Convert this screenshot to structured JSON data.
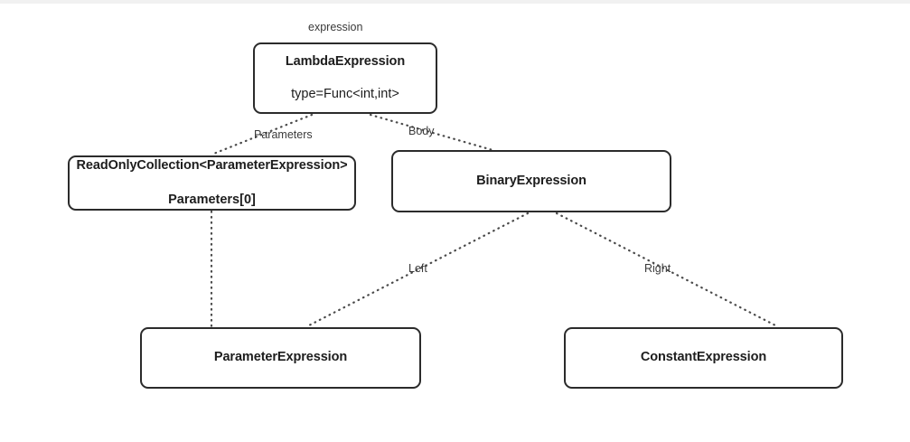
{
  "diagram": {
    "type": "expression-tree",
    "root_label": "expression",
    "nodes": [
      {
        "id": "lambda",
        "title": "LambdaExpression",
        "subtitle": "type=Func<int,int>",
        "subtitle_bold": false
      },
      {
        "id": "readonly-collection",
        "title": "ReadOnlyCollection<ParameterExpression>",
        "subtitle": "Parameters[0]",
        "subtitle_bold": true
      },
      {
        "id": "binary",
        "title": "BinaryExpression",
        "subtitle": "",
        "subtitle_bold": false
      },
      {
        "id": "parameter",
        "title": "ParameterExpression",
        "subtitle": "",
        "subtitle_bold": false
      },
      {
        "id": "constant",
        "title": "ConstantExpression",
        "subtitle": "",
        "subtitle_bold": false
      }
    ],
    "edges": [
      {
        "id": "parameters",
        "label": "Parameters",
        "from": "lambda",
        "to": "readonly-collection"
      },
      {
        "id": "body",
        "label": "Body",
        "from": "lambda",
        "to": "binary"
      },
      {
        "id": "collection-item",
        "label": "",
        "from": "readonly-collection",
        "to": "parameter"
      },
      {
        "id": "left",
        "label": "Left",
        "from": "binary",
        "to": "parameter"
      },
      {
        "id": "right",
        "label": "Right",
        "from": "binary",
        "to": "constant"
      }
    ],
    "colors": {
      "node_border": "#2b2b2b",
      "node_fill": "#ffffff",
      "text": "#1d1d1d",
      "edge": "#4a4a4a",
      "edge_label": "#3a3a3a",
      "canvas": "#ffffff",
      "top_strip": "#f1f1f1"
    }
  }
}
